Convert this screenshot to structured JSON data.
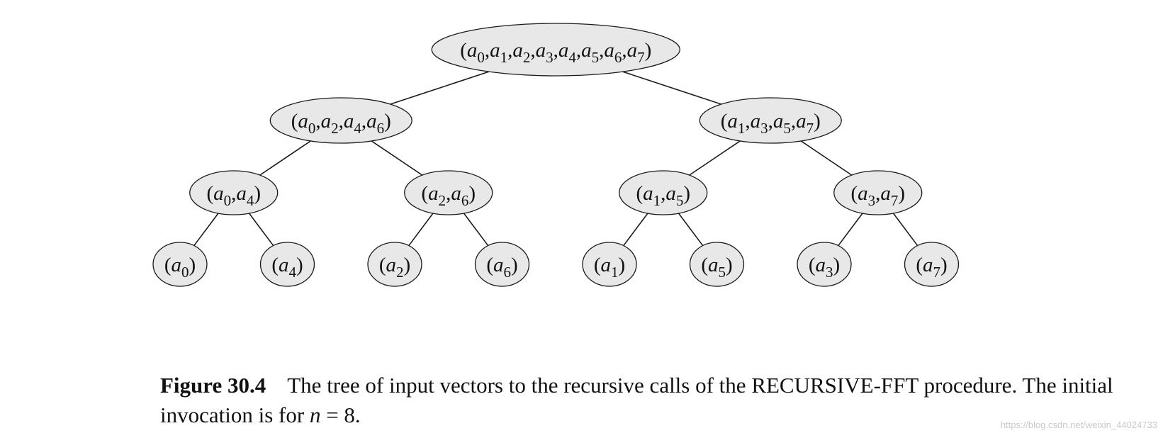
{
  "tree": {
    "root": {
      "indices": [
        0,
        1,
        2,
        3,
        4,
        5,
        6,
        7
      ],
      "children": [
        {
          "indices": [
            0,
            2,
            4,
            6
          ],
          "children": [
            {
              "indices": [
                0,
                4
              ],
              "children": [
                {
                  "indices": [
                    0
                  ]
                },
                {
                  "indices": [
                    4
                  ]
                }
              ]
            },
            {
              "indices": [
                2,
                6
              ],
              "children": [
                {
                  "indices": [
                    2
                  ]
                },
                {
                  "indices": [
                    6
                  ]
                }
              ]
            }
          ]
        },
        {
          "indices": [
            1,
            3,
            5,
            7
          ],
          "children": [
            {
              "indices": [
                1,
                5
              ],
              "children": [
                {
                  "indices": [
                    1
                  ]
                },
                {
                  "indices": [
                    5
                  ]
                }
              ]
            },
            {
              "indices": [
                3,
                7
              ],
              "children": [
                {
                  "indices": [
                    3
                  ]
                },
                {
                  "indices": [
                    7
                  ]
                }
              ]
            }
          ]
        }
      ]
    },
    "variable": "a"
  },
  "caption": {
    "label": "Figure 30.4",
    "text_before": "The tree of input vectors to the recursive calls of the ",
    "procedure_first_letter": "R",
    "procedure_rest": "ECURSIVE",
    "procedure_hyphen_fft": "-FFT",
    "text_after": " procedure.  The initial invocation is for ",
    "math_var": "n",
    "math_rest": " = 8."
  },
  "watermark": "https://blog.csdn.net/weixin_44024733"
}
